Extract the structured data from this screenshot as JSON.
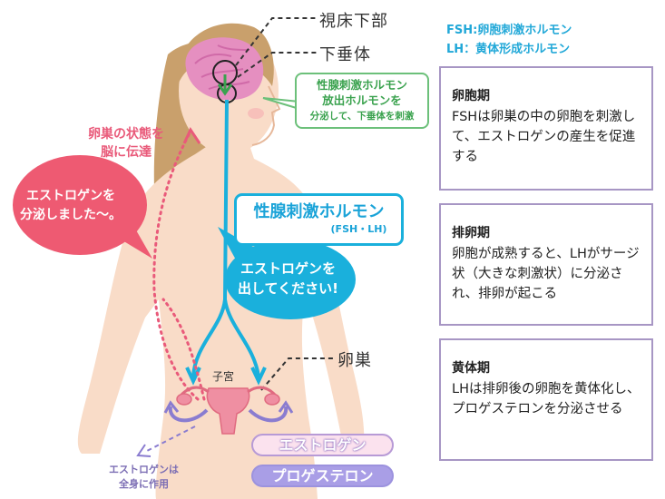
{
  "legend": {
    "fsh": "FSH:卵胞刺激ホルモン",
    "lh": "LH：黄体形成ホルモン"
  },
  "labels": {
    "hypothalamus": "視床下部",
    "pituitary": "下垂体",
    "ovary": "卵巣",
    "uterus": "子宮"
  },
  "green_box": {
    "line1": "性腺刺激ホルモン",
    "line2": "放出ホルモンを",
    "line3": "分泌して、下垂体を刺激"
  },
  "blue_box": {
    "line1": "性腺刺激ホルモン",
    "line2": "(FSH・LH)"
  },
  "blue_bubble": {
    "line1": "エストロゲンを",
    "line2": "出してください!"
  },
  "red_bubble": {
    "line1": "エストロゲンを",
    "line2": "分泌しました〜。"
  },
  "ovary_state": {
    "line1": "卵巣の状態を",
    "line2": "脳に伝達"
  },
  "body_effect": {
    "line1": "エストロゲンは",
    "line2": "全身に作用"
  },
  "hormones": {
    "estrogen": "エストロゲン",
    "progesterone": "プロゲステロン"
  },
  "phases": [
    {
      "title": "卵胞期",
      "text": "FSHは卵巣の中の卵胞を刺激して、エストロゲンの産生を促進する"
    },
    {
      "title": "排卵期",
      "text": "卵胞が成熟すると、LHがサージ状（大きな刺激状）に分泌され、排卵が起こる"
    },
    {
      "title": "黄体期",
      "text": "LHは排卵後の卵胞を黄体化し、プロゲステロンを分泌させる"
    }
  ],
  "colors": {
    "skin": "#f9dcc8",
    "hair": "#c39a6a",
    "brain": "#e58fc0",
    "pink_arrow": "#e95a7a",
    "blue_arrow": "#1ab0dc",
    "green": "#3aa24e",
    "purple": "#7c6eb4"
  }
}
